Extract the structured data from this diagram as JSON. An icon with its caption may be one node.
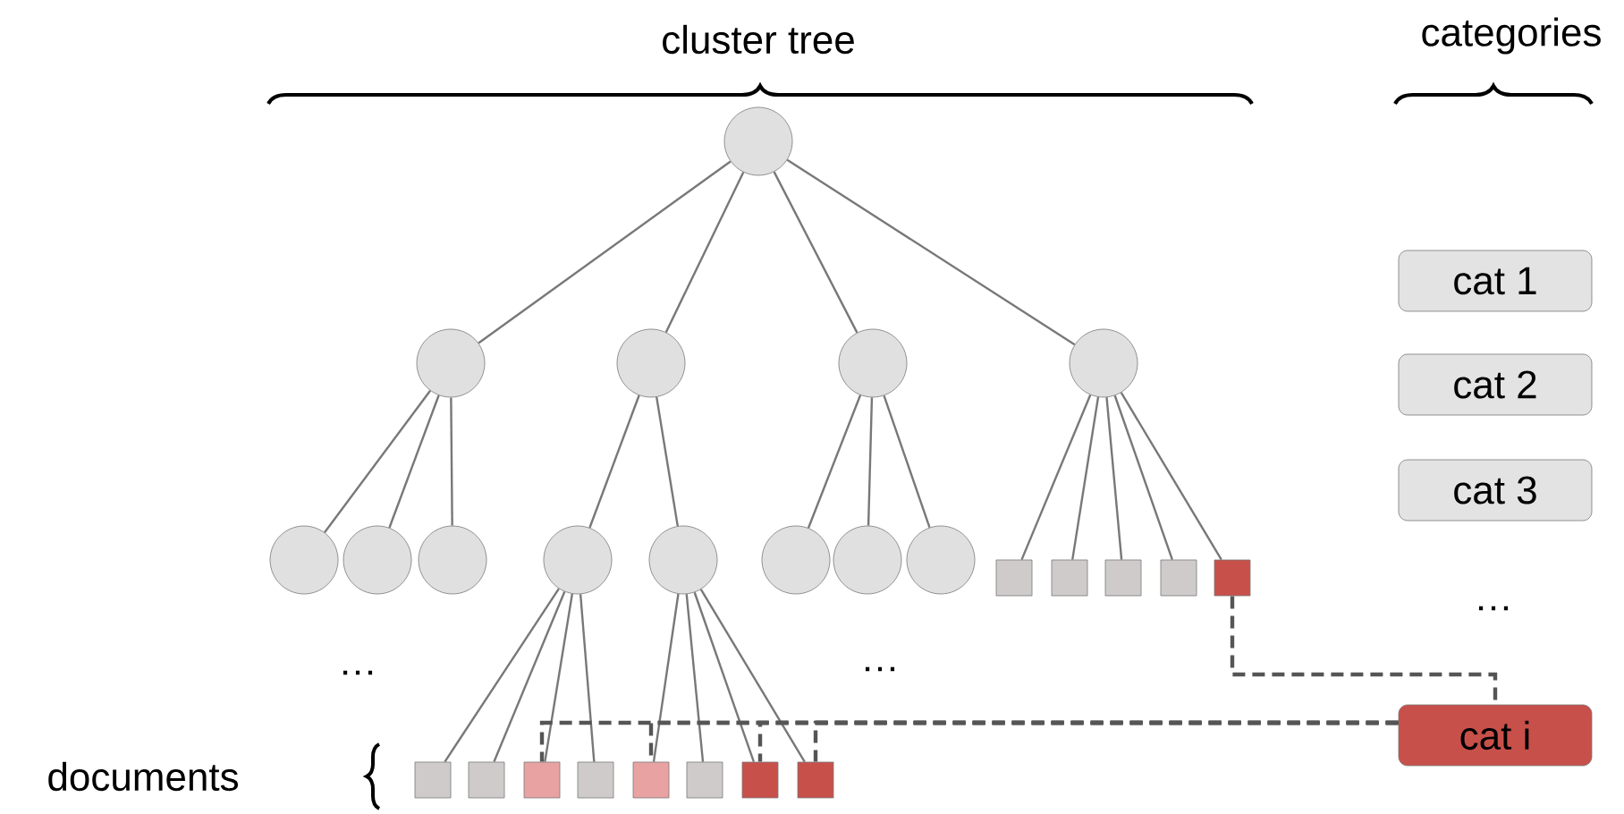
{
  "diagram": {
    "nodes": [
      {
        "text": [],
        "shape": "circle"
      },
      {
        "text": [],
        "shape": "circle"
      },
      {
        "text": [],
        "shape": "circle"
      },
      {
        "text": [],
        "shape": "circle"
      },
      {
        "text": [],
        "shape": "circle"
      },
      {
        "text": [],
        "shape": "circle"
      },
      {
        "text": [],
        "shape": "circle"
      },
      {
        "text": [],
        "shape": "circle"
      },
      {
        "text": [],
        "shape": "circle"
      },
      {
        "text": [],
        "shape": "circle"
      },
      {
        "text": [],
        "shape": "circle"
      },
      {
        "text": [],
        "shape": "circle"
      },
      {
        "text": [],
        "shape": "circle"
      },
      {
        "text": [],
        "shape": "box"
      },
      {
        "text": [],
        "shape": "box"
      },
      {
        "text": [],
        "shape": "box"
      },
      {
        "text": [],
        "shape": "box"
      },
      {
        "text": [],
        "shape": "box"
      },
      {
        "text": [],
        "shape": "box"
      },
      {
        "text": [],
        "shape": "box"
      },
      {
        "text": [],
        "shape": "box"
      },
      {
        "text": [],
        "shape": "box"
      },
      {
        "text": [],
        "shape": "box"
      },
      {
        "text": [],
        "shape": "box"
      },
      {
        "text": [],
        "shape": "box"
      },
      {
        "text": [],
        "shape": "box"
      },
      {
        "text": [
          "cat 1"
        ]
      },
      {
        "text": [
          "cat 2"
        ]
      },
      {
        "text": [
          "cat 3"
        ]
      },
      {
        "text": [
          "cat i"
        ]
      }
    ],
    "edges": [
      {
        "from": 0,
        "to": 1,
        "arrow": "none"
      },
      {
        "from": 0,
        "to": 2,
        "arrow": "none"
      },
      {
        "from": 0,
        "to": 3,
        "arrow": "none"
      },
      {
        "from": 0,
        "to": 4,
        "arrow": "none"
      },
      {
        "from": 1,
        "to": 5,
        "arrow": "none"
      },
      {
        "from": 1,
        "to": 6,
        "arrow": "none"
      },
      {
        "from": 1,
        "to": 7,
        "arrow": "none"
      },
      {
        "from": 2,
        "to": 8,
        "arrow": "none"
      },
      {
        "from": 2,
        "to": 9,
        "arrow": "none"
      },
      {
        "from": 3,
        "to": 10,
        "arrow": "none"
      },
      {
        "from": 3,
        "to": 11,
        "arrow": "none"
      },
      {
        "from": 3,
        "to": 12,
        "arrow": "none"
      },
      {
        "from": 4,
        "to": 13,
        "arrow": "none"
      },
      {
        "from": 4,
        "to": 14,
        "arrow": "none"
      },
      {
        "from": 4,
        "to": 15,
        "arrow": "none"
      },
      {
        "from": 4,
        "to": 16,
        "arrow": "none"
      },
      {
        "from": 4,
        "to": 17,
        "arrow": "none"
      },
      {
        "from": 8,
        "to": 18,
        "arrow": "none"
      },
      {
        "from": 8,
        "to": 19,
        "arrow": "none"
      },
      {
        "from": 8,
        "to": 20,
        "arrow": "none"
      },
      {
        "from": 8,
        "to": 21,
        "arrow": "none"
      },
      {
        "from": 9,
        "to": 22,
        "arrow": "none"
      },
      {
        "from": 9,
        "to": 23,
        "arrow": "none"
      },
      {
        "from": 9,
        "to": 24,
        "arrow": "none"
      },
      {
        "from": 9,
        "to": 25,
        "arrow": "none"
      },
      {
        "from": 17,
        "to": 29,
        "arrow": "none",
        "style": "dashed",
        "color": "#555555"
      },
      {
        "from": 29,
        "to": 20,
        "arrow": "none",
        "style": "dashed",
        "color": "#555555"
      },
      {
        "from": 29,
        "to": 22,
        "arrow": "none",
        "style": "dashed",
        "color": "#555555"
      },
      {
        "from": 29,
        "to": 24,
        "arrow": "none",
        "style": "dashed",
        "color": "#555555"
      },
      {
        "from": 29,
        "to": 25,
        "arrow": "none",
        "style": "dashed",
        "color": "#555555"
      }
    ],
    "labels": [
      "cluster tree",
      "categories",
      "…",
      "…",
      "…",
      "documents"
    ]
  }
}
